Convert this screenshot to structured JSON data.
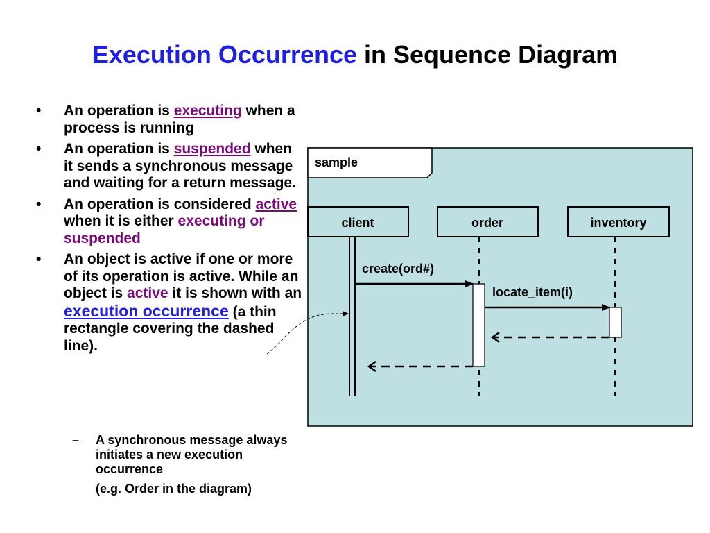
{
  "title": {
    "highlight": "Execution Occurrence",
    "rest": "in Sequence Diagram"
  },
  "bullets": [
    {
      "parts": [
        "An operation is ",
        "executing",
        " when a process is running"
      ]
    },
    {
      "parts": [
        "An operation is ",
        "suspended",
        " when it sends a synchronous message and waiting for a return message."
      ]
    },
    {
      "parts": [
        "An operation is considered ",
        "active",
        " when it is either ",
        "executing or suspended"
      ]
    },
    {
      "parts": [
        "An object is active if one or more of its operation is active. While an object is ",
        "active",
        " it is shown with an ",
        "execution occurrence",
        " (a thin rectangle covering the dashed line)."
      ]
    }
  ],
  "sub_bullet": {
    "text": "A synchronous message always initiates a new execution occurrence",
    "example": "(e.g. Order in the diagram)"
  },
  "diagram": {
    "frame_label": "sample",
    "lifelines": [
      "client",
      "order",
      "inventory"
    ],
    "messages": [
      "create(ord#)",
      "locate_item(i)"
    ],
    "colors": {
      "frame_fill": "#bfe0e3",
      "accent_blue": "#1f1fe0",
      "accent_purple": "#7a0a7a"
    }
  }
}
